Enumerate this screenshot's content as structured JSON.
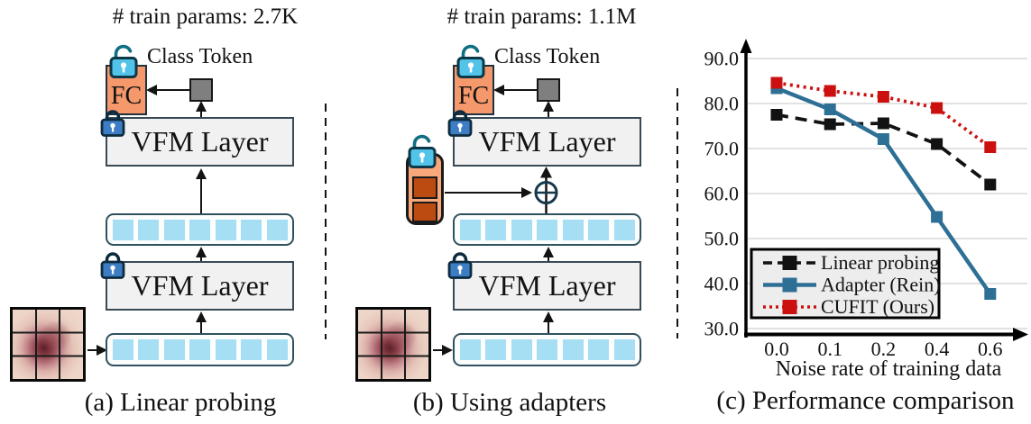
{
  "panel_a": {
    "title": "# train params: 2.7K",
    "class_token_label": "Class Token",
    "fc_label": "FC",
    "vfm_top_label": "VFM Layer",
    "vfm_bottom_label": "VFM Layer",
    "caption": "(a) Linear probing"
  },
  "panel_b": {
    "title": "# train params: 1.1M",
    "class_token_label": "Class Token",
    "fc_label": "FC",
    "vfm_top_label": "VFM Layer",
    "vfm_bottom_label": "VFM Layer",
    "caption": "(b) Using adapters"
  },
  "panel_c": {
    "caption": "(c) Performance comparison"
  },
  "icons": {
    "open_lock": "open-padlock (trainable)",
    "closed_lock": "closed-padlock (frozen)",
    "class_token": "gray-square",
    "sum_junction": "circled-plus"
  },
  "accent_colors": {
    "fc_box": "#F5986C",
    "adapter_box": "#F9A87C",
    "adapter_cell": "#BC4B12",
    "token_cell": "#A6DEF4",
    "vfm_box": "#F1F1F1",
    "class_token": "#7F7F7F",
    "open_lock": "#52C3E9",
    "closed_lock": "#3C7DC4"
  },
  "chart_data": {
    "type": "line",
    "title": "",
    "xlabel": "Noise rate of training data",
    "ylabel": "",
    "categories": [
      "0.0",
      "0.1",
      "0.2",
      "0.4",
      "0.6"
    ],
    "y_ticks": [
      "90.0",
      "80.0",
      "70.0",
      "60.0",
      "50.0",
      "40.0",
      "30.0"
    ],
    "ylim": [
      30,
      90
    ],
    "grid": true,
    "legend_position": "lower-left",
    "series": [
      {
        "name": "Linear probing",
        "style": "dashed",
        "marker": "square",
        "color": "#121212",
        "values": [
          77.5,
          75.4,
          75.6,
          71.0,
          62.0
        ]
      },
      {
        "name": "Adapter (Rein)",
        "style": "solid",
        "marker": "square",
        "color": "#2E6F96",
        "values": [
          83.4,
          78.7,
          72.1,
          54.8,
          37.7
        ]
      },
      {
        "name": "CUFIT (Ours)",
        "style": "dotted",
        "marker": "square",
        "color": "#CC1010",
        "values": [
          84.6,
          82.8,
          81.5,
          79.0,
          70.3
        ]
      }
    ]
  }
}
